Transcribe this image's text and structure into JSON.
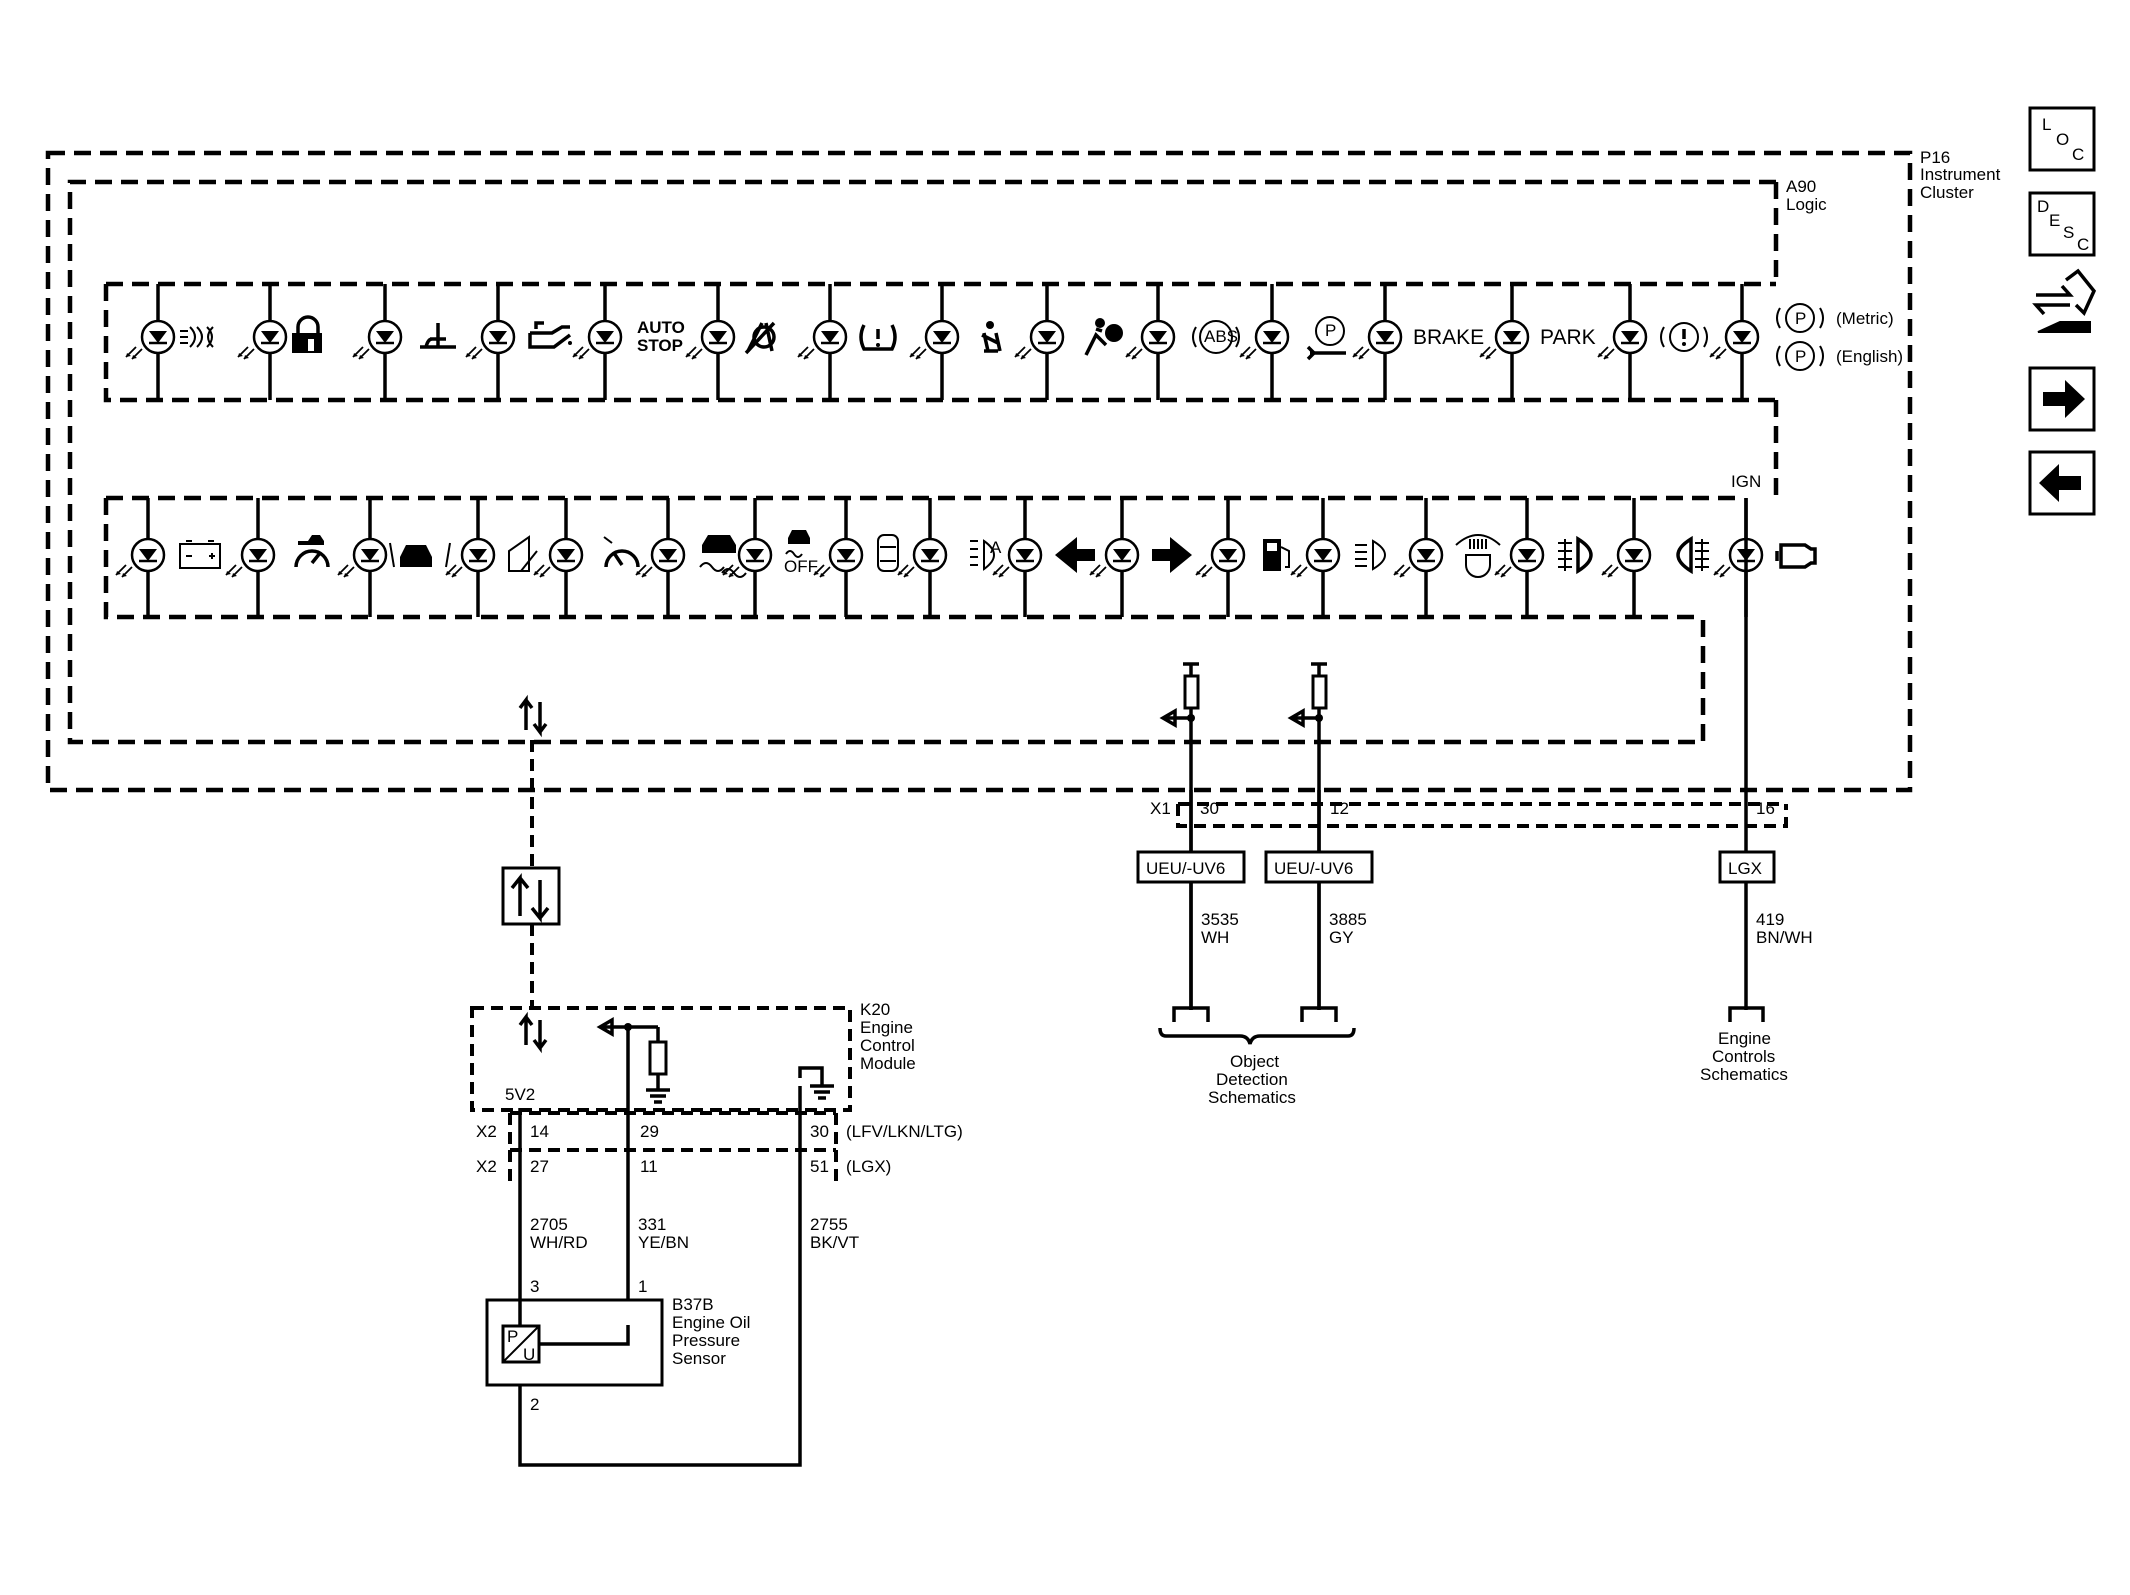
{
  "nav": {
    "loc": [
      "L",
      "O",
      "C"
    ],
    "desc": [
      "D",
      "E",
      "S",
      "C"
    ]
  },
  "labels": {
    "p16": [
      "P16",
      "Instrument",
      "Cluster"
    ],
    "a90": [
      "A90",
      "Logic"
    ],
    "metric": "(Metric)",
    "english": "(English)",
    "brake": "BRAKE",
    "park": "PARK",
    "auto_stop": [
      "AUTO",
      "STOP"
    ],
    "off": "OFF",
    "abs": "ABS",
    "p": "P",
    "ign": "IGN",
    "x1": "X1",
    "x2": "X2",
    "vref": "5V2",
    "k20": [
      "K20",
      "Engine",
      "Control",
      "Module"
    ],
    "b37b": [
      "B37B",
      "Engine Oil",
      "Pressure",
      "Sensor"
    ],
    "sensor_pu": [
      "P",
      "U"
    ],
    "object_detection": [
      "Object",
      "Detection",
      "Schematics"
    ],
    "engine_controls": [
      "Engine",
      "Controls",
      "Schematics"
    ]
  },
  "connectors": {
    "x1_pins": [
      "30",
      "12",
      "16"
    ],
    "x2_row1_pins": [
      "14",
      "29",
      "30"
    ],
    "x2_row1_variant": "(LFV/LKN/LTG)",
    "x2_row2_pins": [
      "27",
      "11",
      "51"
    ],
    "x2_row2_variant": "(LGX)",
    "sensor_pins": [
      "3",
      "1",
      "2"
    ]
  },
  "options": [
    "UEU/-UV6",
    "UEU/-UV6",
    "LGX"
  ],
  "wires": [
    {
      "circuit": "3535",
      "color": "WH"
    },
    {
      "circuit": "3885",
      "color": "GY"
    },
    {
      "circuit": "419",
      "color": "BN/WH"
    },
    {
      "circuit": "2705",
      "color": "WH/RD"
    },
    {
      "circuit": "331",
      "color": "YE/BN"
    },
    {
      "circuit": "2755",
      "color": "BK/VT"
    }
  ],
  "icons_row1": [
    "headlamp-beam-icon",
    "security-lock-icon",
    "oil-level-icon",
    "oil-pressure-icon",
    "auto-stop-icon",
    "lane-keep-off-icon",
    "tire-pressure-icon",
    "seatbelt-icon",
    "airbag-icon",
    "abs-icon",
    "park-brake-service-icon",
    "brake-text-icon",
    "park-text-icon",
    "brake-warning-icon",
    "park-brake-icon"
  ],
  "icons_row2": [
    "battery-icon",
    "cruise-icon",
    "forward-collision-icon",
    "door-ajar-icon",
    "speed-limiter-icon",
    "traction-control-icon",
    "traction-off-icon",
    "vehicle-ahead-icon",
    "auto-high-beam-icon",
    "left-turn-icon",
    "right-turn-icon",
    "low-fuel-icon",
    "high-beam-icon",
    "rear-defog-icon",
    "front-fog-icon",
    "rear-fog-icon",
    "check-engine-icon"
  ]
}
